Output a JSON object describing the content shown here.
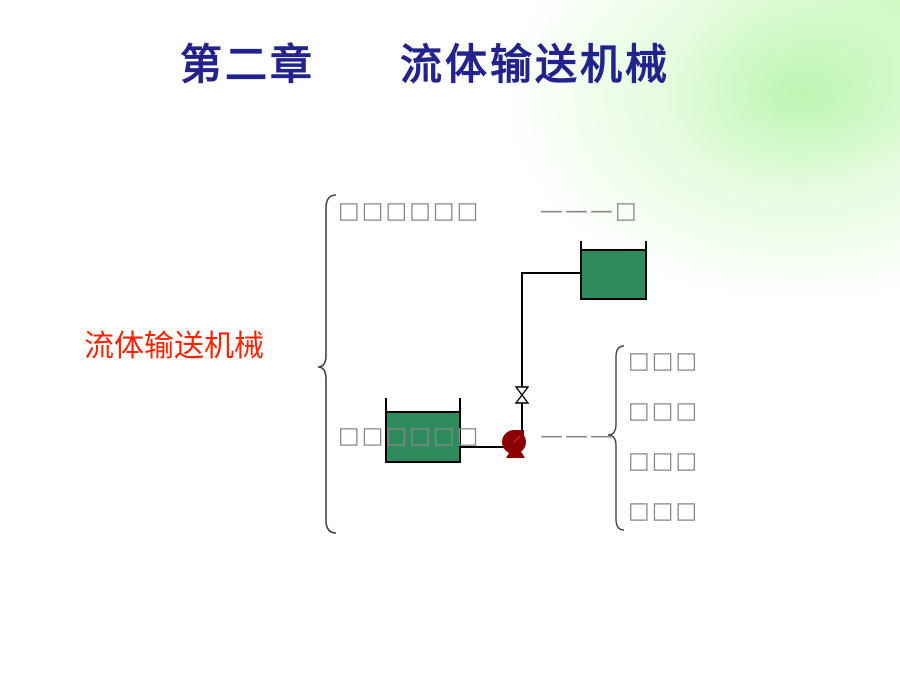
{
  "title": {
    "chapter": "第二章",
    "topic": "流体输送机械"
  },
  "main_label": "流体输送机械",
  "branches": {
    "top": {
      "text": "□□□□□□",
      "suffix": "———□"
    },
    "bottom": {
      "text": "□□□□□□",
      "suffix": "———"
    }
  },
  "sub_items": [
    "□□□",
    "□□□",
    "□□□",
    "□□□"
  ],
  "colors": {
    "title": "#23238f",
    "main_label": "#ff2200",
    "tank_fill": "#2e8b5e",
    "pump": "#8b0000",
    "placeholder_text": "#888888",
    "background_glow": "#c8f5c0"
  },
  "icons": {
    "pump": "centrifugal-pump-icon",
    "valve": "gate-valve-icon"
  }
}
